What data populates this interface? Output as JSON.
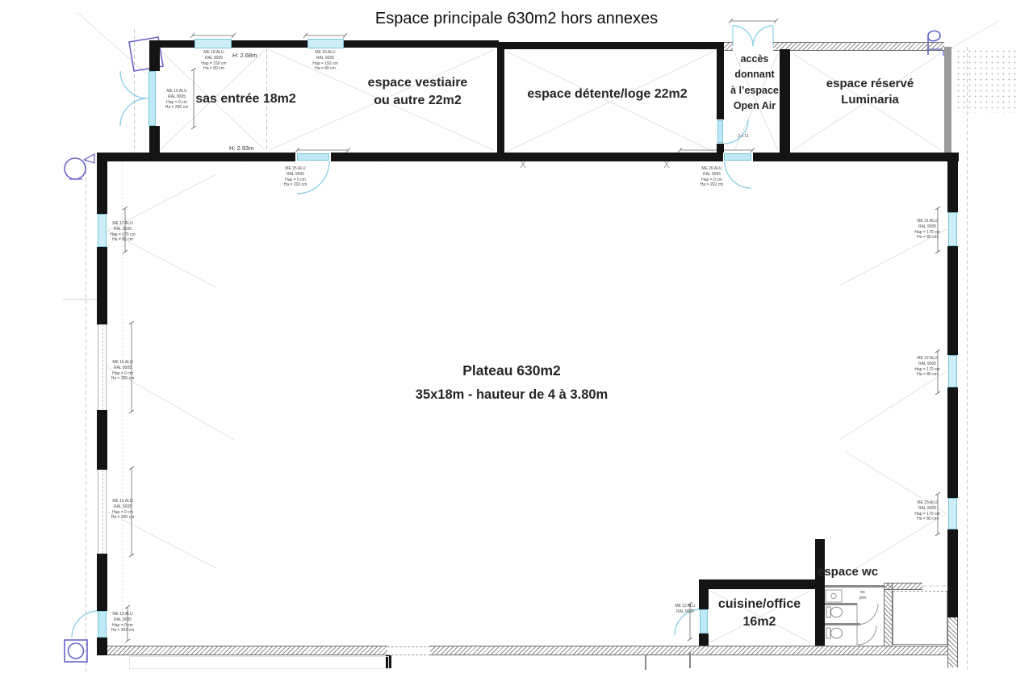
{
  "title": "Espace principale 630m2 hors annexes",
  "rooms": {
    "sas": {
      "label": "sas entrée 18m2"
    },
    "vestiaire": {
      "label": "espace vestiaire\nou autre 22m2"
    },
    "detente": {
      "label": "espace détente/loge 22m2"
    },
    "acces": {
      "label": "accès\ndonnant\nà l’espace\nOpen Air"
    },
    "luminaria": {
      "label": "espace réservé\nLuminaria"
    },
    "plateau": {
      "title": "Plateau 630m2",
      "subtitle": "35x18m - hauteur de 4 à 3.80m"
    },
    "cuisine": {
      "label": "cuisine/office\n16m2"
    },
    "wc": {
      "label": "espace wc"
    }
  },
  "heights": {
    "sas": "H: 2.68m",
    "plateau": "H: 2.93m"
  },
  "specs": {
    "top1": {
      "text": "ME 18 ALU\nRAL 9005\nHap = 150 cm\nHa = 80 cm"
    },
    "top2": {
      "text": "ME 20 ALU\nRAL 9005\nHap = 150 cm\nHa = 80 cm"
    },
    "sas_door": {
      "text": "ME 19 ALU\nRAL 9005\nHap = 0 cm\nHa = 206 cm"
    },
    "door1": {
      "text": "ME 25 ALU\nRAL 9005\nHap = 0 cm\nHa = 202 cm"
    },
    "door2": {
      "text": "ME 26 ALU\nRAL 9005\nHap = 0 cm\nHa = 202 cm"
    },
    "left1": {
      "text": "ME 17 ALU\nRAL 9005\nHap = 170 cm\nHa = 85 cm"
    },
    "left2": {
      "text": "ME 16 ALU\nRAL 9005\nHap = 0 cm\nHa = 300 cm"
    },
    "left3": {
      "text": "ME 15 ALU\nRAL 9005\nHap = 0 cm\nHa = 300 cm"
    },
    "left4": {
      "text": "ME 13 ALU\nRAL 9005\nHap = 0 cm\nHa = 202 cm"
    },
    "right1": {
      "text": "ME 21 ALU\nRAL 9005\nHap = 170 cm\nHa = 80 cm"
    },
    "right2": {
      "text": "ME 22 ALU\nRAL 9005\nHap = 170 cm\nHa = 80 cm"
    },
    "right3": {
      "text": "ME 23 ALU\nRAL 9005\nHap = 170 cm\nHa = 80 cm"
    },
    "cuisine_door": {
      "text": "ME 12 ALU\nRAL 9005"
    },
    "size_note": {
      "text": "2 x 11"
    },
    "wc_note": {
      "text": "wc\npmr"
    }
  },
  "colors": {
    "wall": "#141414",
    "glazing_fill": "#cdeef7",
    "door_arc": "#8fd3e6",
    "hatch": "#8a8a8a",
    "symbol_purple": "#6b63c9",
    "gray_wall": "#9b9b9b"
  }
}
